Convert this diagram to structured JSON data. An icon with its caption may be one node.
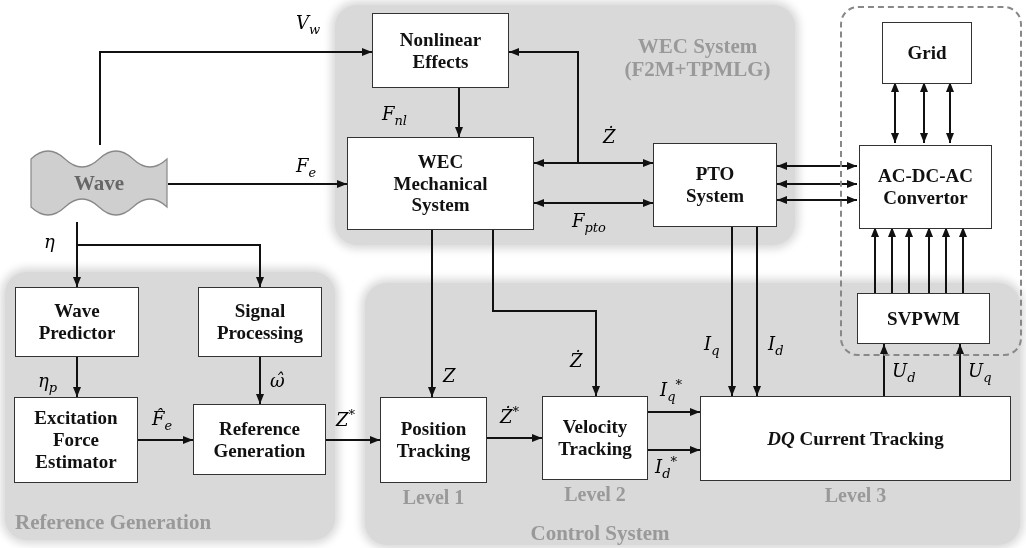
{
  "diagram": {
    "nodes": [
      {
        "text": [
          "WEC System (F2M+TPMLG)"
        ]
      },
      {
        "text": [
          "Nonlinear Effects"
        ],
        "in": 0
      },
      {
        "text": [
          "WEC Mechanical System"
        ],
        "in": 0
      },
      {
        "text": [
          "PTO System"
        ],
        "in": 0
      },
      {
        "text": [],
        "shape": "box"
      },
      {
        "text": [
          "Grid"
        ],
        "in": 4
      },
      {
        "text": [
          "AC-DC-AC Convertor"
        ],
        "in": 4
      },
      {
        "text": [
          "SVPWM"
        ]
      },
      {
        "text": [
          "Wave"
        ]
      },
      {
        "text": [
          "Reference Generation"
        ]
      },
      {
        "text": [
          "Wave Predictor"
        ],
        "in": 9
      },
      {
        "text": [
          "Signal Processing"
        ],
        "in": 9
      },
      {
        "text": [
          "Excitation Force Estimator"
        ],
        "in": 9
      },
      {
        "text": [
          "Reference Generation"
        ],
        "in": 9
      },
      {
        "text": [
          "Control System"
        ]
      },
      {
        "text": [
          "Position Tracking"
        ],
        "in": 14,
        "beside": [
          "Level 1"
        ]
      },
      {
        "text": [
          "Velocity Tracking"
        ],
        "in": 14,
        "beside": [
          "Level 2"
        ]
      },
      {
        "text": [
          "*DQ* Current Tracking"
        ],
        "in": 14,
        "beside": [
          "Level 3"
        ]
      }
    ],
    "edges": [
      {
        "from": 8,
        "to": 1,
        "arrow": "to",
        "label": "V$_{w}$"
      },
      {
        "from": 8,
        "to": 2,
        "arrow": "to",
        "label": "F$_{e}$"
      },
      {
        "from": 1,
        "to": 2,
        "arrow": "to",
        "label": "F$_{nl}$"
      },
      {
        "from": 2,
        "to": 3,
        "arrow": "both",
        "label": "Ż"
      },
      {
        "from": 2,
        "to": 1,
        "arrow": "to"
      },
      {
        "from": 2,
        "to": 3,
        "arrow": "both",
        "label": "F$_{pto}$"
      },
      {
        "from": 3,
        "to": 6,
        "arrow": "both"
      },
      {
        "from": 3,
        "to": 6,
        "arrow": "both"
      },
      {
        "from": 3,
        "to": 6,
        "arrow": "both"
      },
      {
        "from": 5,
        "to": 6,
        "arrow": "both"
      },
      {
        "from": 5,
        "to": 6,
        "arrow": "both"
      },
      {
        "from": 5,
        "to": 6,
        "arrow": "both"
      },
      {
        "from": 7,
        "to": 6,
        "arrow": "to"
      },
      {
        "from": 7,
        "to": 6,
        "arrow": "to"
      },
      {
        "from": 7,
        "to": 6,
        "arrow": "to"
      },
      {
        "from": 7,
        "to": 6,
        "arrow": "to"
      },
      {
        "from": 7,
        "to": 6,
        "arrow": "to"
      },
      {
        "from": 7,
        "to": 6,
        "arrow": "to"
      },
      {
        "from": 8,
        "to": 10,
        "arrow": "to",
        "label": "η"
      },
      {
        "from": 8,
        "to": 11,
        "arrow": "to"
      },
      {
        "from": 10,
        "to": 12,
        "arrow": "to",
        "label": "η$_{p}$"
      },
      {
        "from": 11,
        "to": 13,
        "arrow": "to",
        "label": "ω̂"
      },
      {
        "from": 12,
        "to": 13,
        "arrow": "to",
        "label": "F̂$_{e}$"
      },
      {
        "from": 13,
        "to": 15,
        "arrow": "to",
        "label": "Z$^{*}$"
      },
      {
        "from": 2,
        "to": 15,
        "arrow": "to",
        "label": "Z"
      },
      {
        "from": 2,
        "to": 16,
        "arrow": "to",
        "label": "Ż"
      },
      {
        "from": 15,
        "to": 16,
        "arrow": "to",
        "label": "Ż$^{*}$"
      },
      {
        "from": 16,
        "to": 17,
        "arrow": "to",
        "label": "I$_{q}$$^{*}$"
      },
      {
        "from": 16,
        "to": 17,
        "arrow": "to",
        "label": "I$_{d}$$^{*}$"
      },
      {
        "from": 3,
        "to": 17,
        "arrow": "to",
        "label": "I$_{q}$"
      },
      {
        "from": 3,
        "to": 17,
        "arrow": "to",
        "label": "I$_{d}$"
      },
      {
        "from": 17,
        "to": 7,
        "arrow": "to",
        "label": "U$_{d}$"
      },
      {
        "from": 17,
        "to": 7,
        "arrow": "to",
        "label": "U$_{q}$"
      }
    ]
  }
}
